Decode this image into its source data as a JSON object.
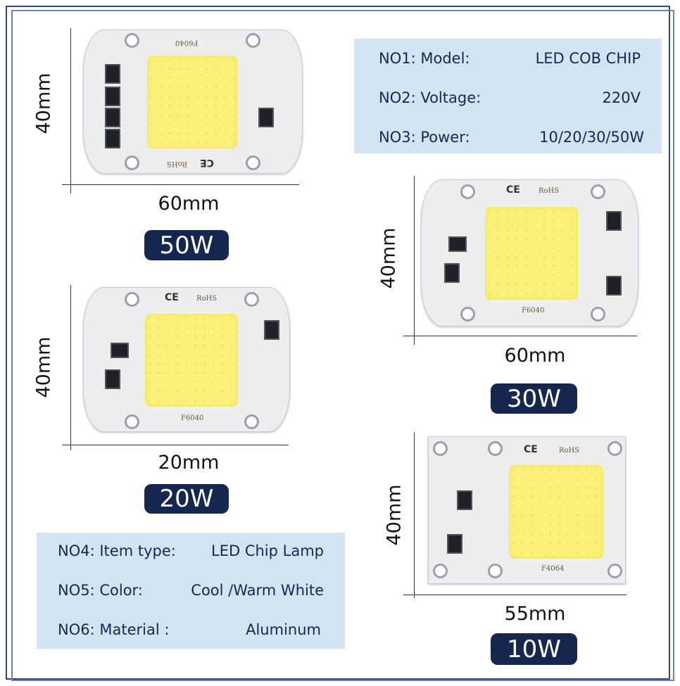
{
  "specs_top": [
    {
      "key": "NO1: Model:",
      "value": "LED COB CHIP"
    },
    {
      "key": "NO2: Voltage:",
      "value": "220V"
    },
    {
      "key": "NO3: Power:",
      "value": "10/20/30/50W"
    }
  ],
  "specs_bottom": [
    {
      "key": "NO4: Item type:",
      "value": "LED Chip Lamp"
    },
    {
      "key": "NO5: Color:",
      "value": "Cool /Warm White"
    },
    {
      "key": "NO6:  Material :",
      "value": "Aluminum"
    }
  ],
  "chips": {
    "w50": {
      "label": "50W",
      "height": "40mm",
      "width": "60mm",
      "code": "F6040",
      "ce": "CE",
      "rohs": "RoHS"
    },
    "w30": {
      "label": "30W",
      "height": "40mm",
      "width": "60mm",
      "code": "F6040",
      "ce": "CE",
      "rohs": "RoHS"
    },
    "w20": {
      "label": "20W",
      "height": "40mm",
      "width": "20mm",
      "code": "F6040",
      "ce": "CE",
      "rohs": "RoHS"
    },
    "w10": {
      "label": "10W",
      "height": "40mm",
      "width": "55mm",
      "code": "F4064",
      "ce": "CE",
      "rohs": "RoHS"
    }
  },
  "colors": {
    "label_bg": "#15264f",
    "spec_bg": "#d3e3f1",
    "led": "#fbf07a"
  }
}
